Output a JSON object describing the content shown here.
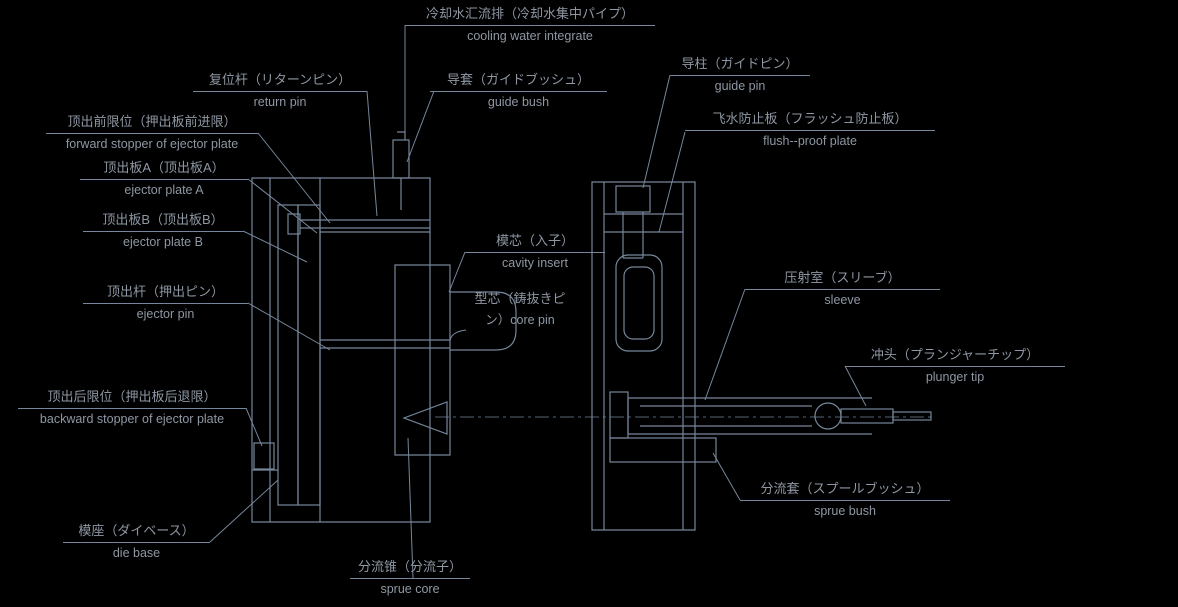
{
  "page": {
    "background": "#000000",
    "description": "Die casting mold cross-section diagram with trilingual part labels"
  },
  "colors": {
    "line": "#76879b",
    "text": "#8e97a3"
  },
  "labels": [
    {
      "id": "cooling-water",
      "zh": "冷却水汇流排（冷却水集中パイプ）",
      "en": "cooling water integrate"
    },
    {
      "id": "return-pin",
      "zh": "复位杆（リターンピン）",
      "en": "return pin"
    },
    {
      "id": "guide-bush",
      "zh": "导套（ガイドブッシュ）",
      "en": "guide bush"
    },
    {
      "id": "guide-pin",
      "zh": "导柱（ガイドピン）",
      "en": "guide pin"
    },
    {
      "id": "forward-stopper",
      "zh": "顶出前限位（押出板前进限）",
      "en": "forward stopper of ejector plate"
    },
    {
      "id": "flush-proof",
      "zh": "飞水防止板（フラッシュ防止板）",
      "en": "flush--proof plate"
    },
    {
      "id": "ejector-plate-a",
      "zh": "顶出板A（顶出板A）",
      "en": "ejector plate A"
    },
    {
      "id": "ejector-plate-b",
      "zh": "顶出板B（顶出板B）",
      "en": "ejector plate B"
    },
    {
      "id": "cavity-insert",
      "zh": "模芯（入子）",
      "en": "cavity insert"
    },
    {
      "id": "sleeve",
      "zh": "压射室（スリーブ）",
      "en": "sleeve"
    },
    {
      "id": "ejector-pin",
      "zh": "顶出杆（押出ピン）",
      "en": "ejector pin"
    },
    {
      "id": "core-pin",
      "zh": "型芯（鋳抜きピ",
      "en": "ン）core pin"
    },
    {
      "id": "plunger-tip",
      "zh": "冲头（プランジャーチップ）",
      "en": "plunger tip"
    },
    {
      "id": "backward-stopper",
      "zh": "顶出后限位（押出板后退限）",
      "en": "backward stopper of ejector plate"
    },
    {
      "id": "sprue-bush",
      "zh": "分流套（スプールブッシュ）",
      "en": "sprue bush"
    },
    {
      "id": "die-base",
      "zh": "模座（ダイベース）",
      "en": "die base"
    },
    {
      "id": "sprue-core",
      "zh": "分流锥（分流子）",
      "en": "sprue core"
    }
  ]
}
